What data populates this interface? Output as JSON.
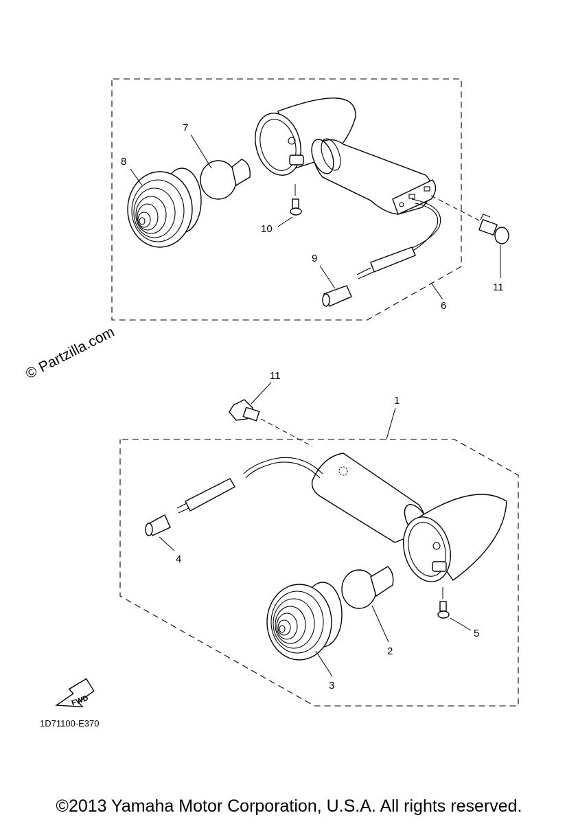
{
  "watermark": "© Partzilla.com",
  "drawing_code": "1D71100-E370",
  "fwd_label": "FWD",
  "copyright": "©2013 Yamaha Motor Corporation, U.S.A. All rights reserved.",
  "callouts": {
    "c1": "1",
    "c2": "2",
    "c3": "3",
    "c4": "4",
    "c5": "5",
    "c6": "6",
    "c7": "7",
    "c8": "8",
    "c9": "9",
    "c10": "10",
    "c11_top": "11",
    "c11_mid": "11"
  }
}
